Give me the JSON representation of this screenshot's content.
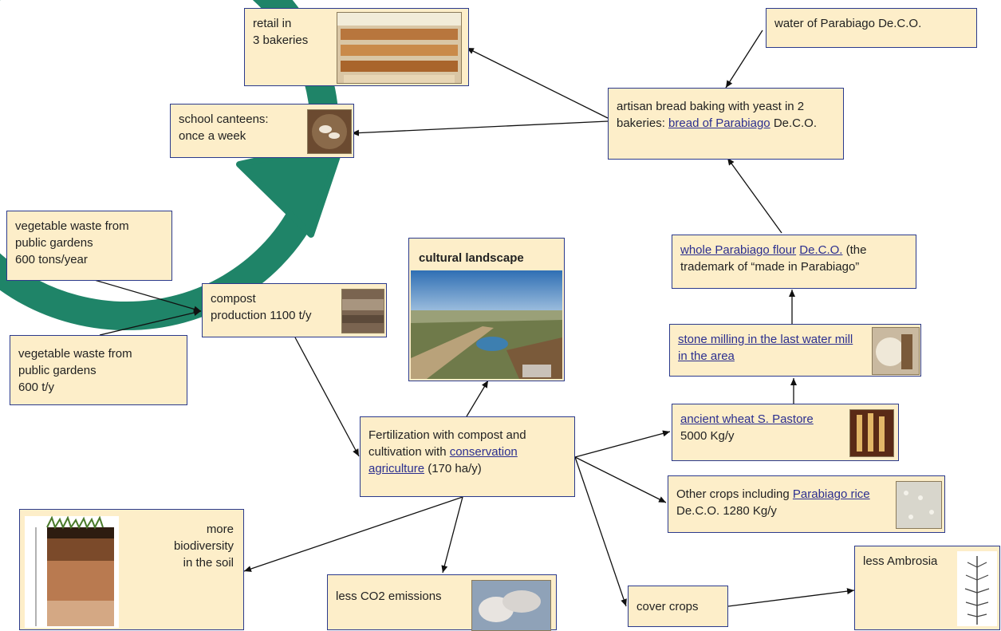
{
  "nodes": {
    "retail": {
      "text": "retail in\n3 bakeries",
      "image": "bakery-display-photo"
    },
    "water": {
      "text": "water of Parabiago De.C.O."
    },
    "canteens": {
      "text": "school canteens:\nonce a week",
      "image": "bread-plate-photo"
    },
    "artisan": {
      "pre": "artisan bread baking with yeast in 2 bakeries: ",
      "link": "bread of Parabiago",
      "post": " De.C.O."
    },
    "waste_top": {
      "text": "vegetable  waste from\npublic gardens\n600 tons/year"
    },
    "compost": {
      "text": "compost\nproduction 1100 t/y",
      "image": "compost-pile-photo"
    },
    "waste_bottom": {
      "text": "vegetable  waste from\npublic gardens\n600 t/y"
    },
    "cultural": {
      "title": "cultural landscape",
      "image": "aerial-landscape-photo"
    },
    "flour": {
      "link1": "whole Parabiago flour",
      "link2": "De.C.O.",
      "post": " (the trademark of “made in Parabiago”"
    },
    "milling": {
      "link": "stone milling in the last water mill in the area",
      "image": "millstone-photo"
    },
    "wheat": {
      "link": "ancient wheat S. Pastore",
      "text": "5000 Kg/y",
      "image": "wheat-ears-photo"
    },
    "fertilization": {
      "pre": "Fertilization with compost and cultivation with ",
      "link": "conservation agriculture",
      "post": " (170 ha/y)"
    },
    "other_crops": {
      "pre": "Other crops including ",
      "link": "Parabiago rice",
      "post": " De.C.O. 1280 Kg/y",
      "image": "rice-grains-photo"
    },
    "biodiversity": {
      "text": "more\nbiodiversity\nin the soil",
      "image": "soil-profile-illustration"
    },
    "co2": {
      "text": "less CO2 emissions",
      "image": "smoke-photo"
    },
    "cover": {
      "text": "cover crops"
    },
    "ambrosia": {
      "text": "less Ambrosia",
      "image": "ambrosia-plant-drawing"
    }
  },
  "colors": {
    "cycle_arrow": "#1f8468",
    "box_fill": "#fdeec9",
    "box_border": "#2b3a8c",
    "link": "#2b2f8f",
    "edge": "#111111"
  }
}
